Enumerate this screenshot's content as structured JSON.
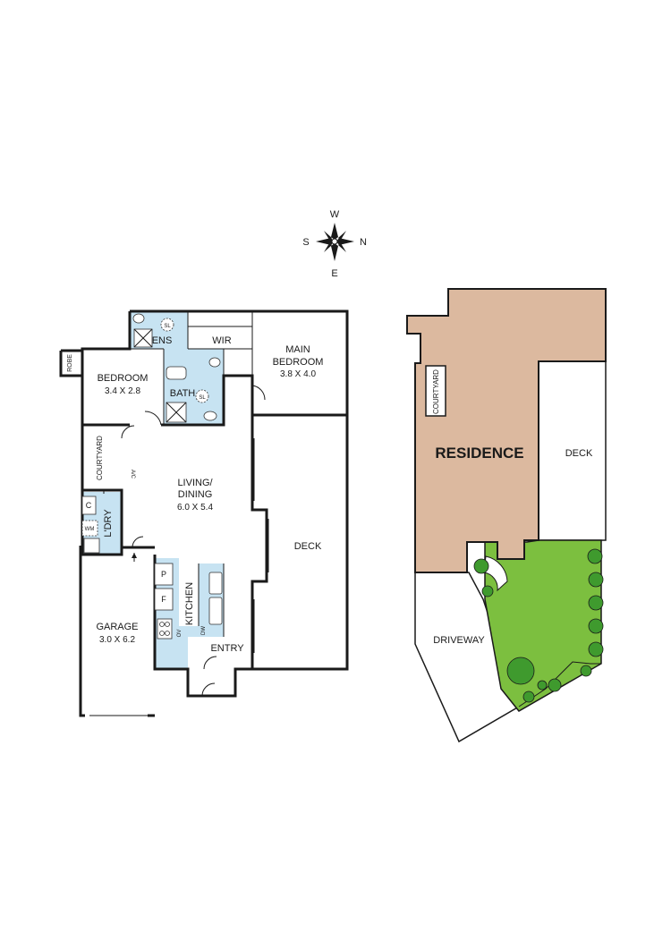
{
  "compass": {
    "north": "N",
    "south": "S",
    "east": "E",
    "west": "W"
  },
  "floor_plan": {
    "rooms": {
      "robe": "ROBE",
      "bedroom": "BEDROOM",
      "bedroom_size": "3.4 X 2.8",
      "ens": "ENS",
      "wir": "WIR",
      "main_bedroom_l1": "MAIN",
      "main_bedroom_l2": "BEDROOM",
      "main_bedroom_size": "3.8 X 4.0",
      "bath": "BATH",
      "courtyard": "COURTYARD",
      "living_l1": "LIVING/",
      "living_l2": "DINING",
      "living_size": "6.0 X 5.4",
      "laundry": "L'DRY",
      "deck": "DECK",
      "kitchen": "KITCHEN",
      "garage": "GARAGE",
      "garage_size": "3.0 X 6.2",
      "entry": "ENTRY"
    },
    "fixtures": {
      "skylight_1": "SL",
      "skylight_2": "SL",
      "aircon": "A/C",
      "cupboard": "C",
      "washing_machine": "WM",
      "pantry": "P",
      "fridge": "F",
      "oven": "OV",
      "dishwasher": "DW"
    }
  },
  "site_plan": {
    "residence": "RESIDENCE",
    "courtyard": "COURTYARD",
    "deck": "DECK",
    "driveway": "DRIVEWAY",
    "colors": {
      "residence": "#dcb99f",
      "garden": "#7cbf3f",
      "tree": "#3f9a2e"
    }
  },
  "colors": {
    "wet_area": "#c7e3f2",
    "walls": "#1a1a1a"
  }
}
